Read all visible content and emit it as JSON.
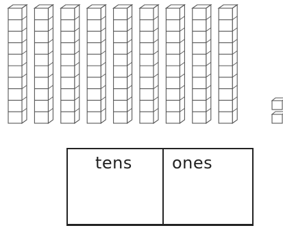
{
  "blocks": {
    "tens_rods": 9,
    "units_per_rod": 10,
    "ones_cubes": 2
  },
  "place_value_table": {
    "headers": [
      "tens",
      "ones"
    ]
  }
}
